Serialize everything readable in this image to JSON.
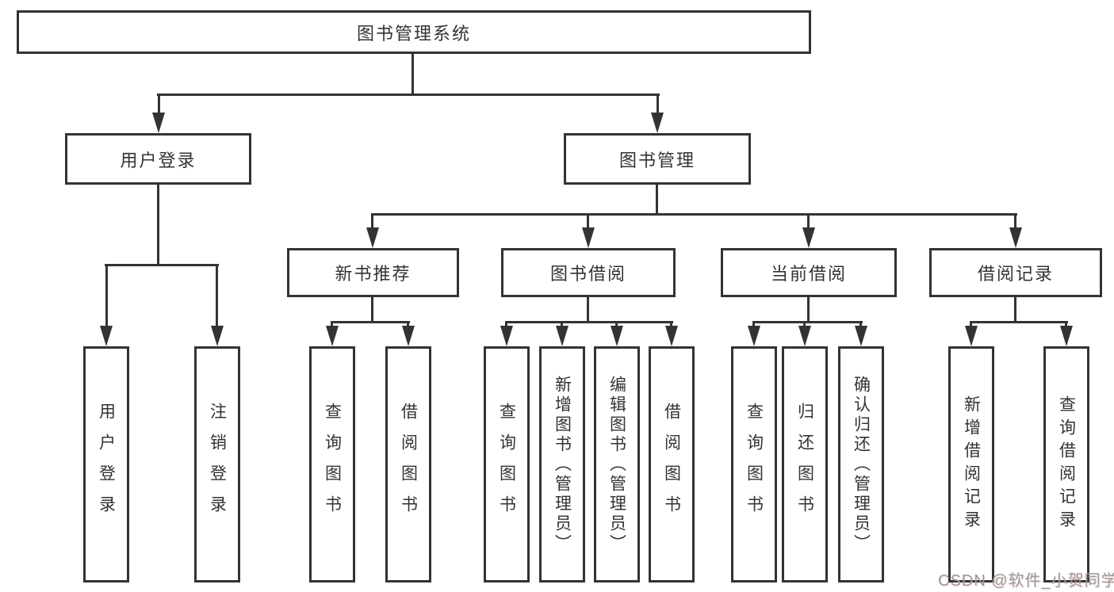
{
  "tree": {
    "label": "图书管理系统",
    "children": [
      {
        "label": "用户登录",
        "children": [
          {
            "label": "用户登录"
          },
          {
            "label": "注销登录"
          }
        ]
      },
      {
        "label": "图书管理",
        "children": [
          {
            "label": "新书推荐",
            "children": [
              {
                "label": "查询图书"
              },
              {
                "label": "借阅图书"
              }
            ]
          },
          {
            "label": "图书借阅",
            "children": [
              {
                "label": "查询图书"
              },
              {
                "label": "新增图书（管理员）"
              },
              {
                "label": "编辑图书（管理员）"
              },
              {
                "label": "借阅图书"
              }
            ]
          },
          {
            "label": "当前借阅",
            "children": [
              {
                "label": "查询图书"
              },
              {
                "label": "归还图书"
              },
              {
                "label": "确认归还（管理员）"
              }
            ]
          },
          {
            "label": "借阅记录",
            "children": [
              {
                "label": "新增借阅记录"
              },
              {
                "label": "查询借阅记录"
              }
            ]
          }
        ]
      }
    ]
  },
  "watermark": {
    "text": "CSDN @软件_小贺同学"
  },
  "colors": {
    "line": "#333333",
    "text": "#333333",
    "watermark": "#9c9c9c",
    "background": "#ffffff"
  }
}
